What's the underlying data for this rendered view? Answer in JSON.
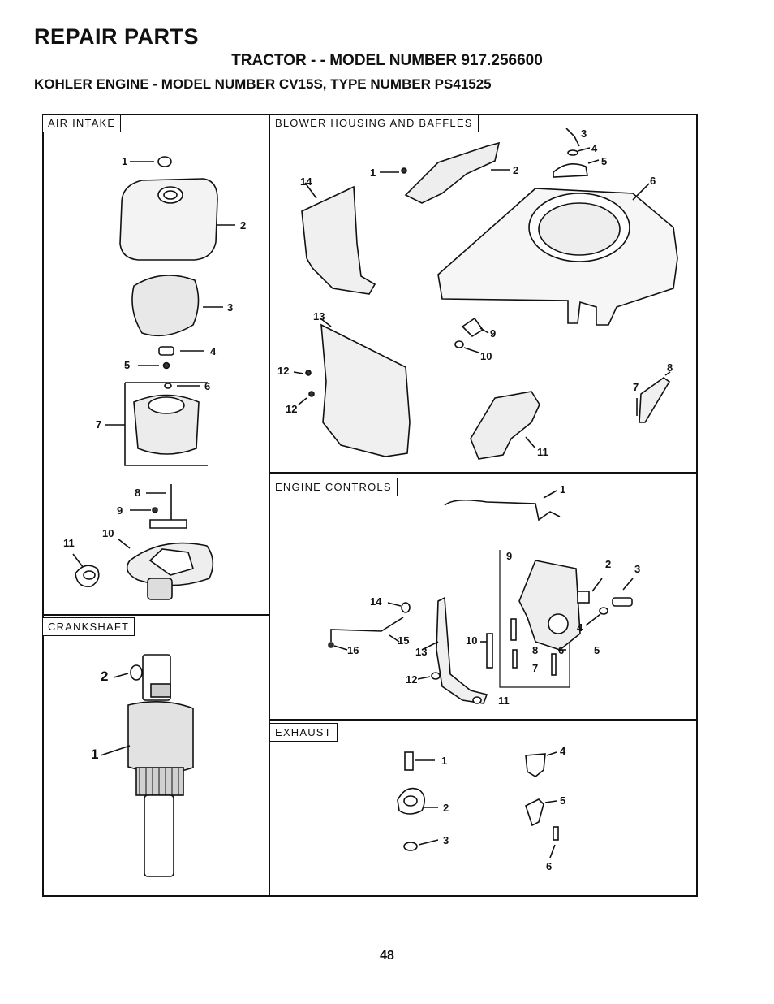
{
  "header": {
    "title": "REPAIR PARTS",
    "tractor_line": "TRACTOR - - MODEL NUMBER 917.256600",
    "engine_line": "KOHLER ENGINE - MODEL NUMBER CV15S, TYPE NUMBER PS41525"
  },
  "sections": {
    "air_intake": {
      "label": "AIR INTAKE",
      "callouts": [
        "1",
        "2",
        "3",
        "4",
        "5",
        "6",
        "7",
        "8",
        "9",
        "10",
        "11"
      ]
    },
    "blower": {
      "label": "BLOWER HOUSING AND BAFFLES",
      "callouts": [
        "1",
        "2",
        "3",
        "4",
        "5",
        "6",
        "7",
        "8",
        "9",
        "10",
        "11",
        "12",
        "12",
        "13",
        "14"
      ]
    },
    "engine_controls": {
      "label": "ENGINE CONTROLS",
      "callouts": [
        "1",
        "2",
        "3",
        "4",
        "5",
        "6",
        "7",
        "8",
        "9",
        "10",
        "11",
        "12",
        "13",
        "14",
        "15",
        "16"
      ]
    },
    "crankshaft": {
      "label": "CRANKSHAFT",
      "callouts": [
        "1",
        "2"
      ]
    },
    "exhaust": {
      "label": "EXHAUST",
      "callouts": [
        "1",
        "2",
        "3",
        "4",
        "5",
        "6"
      ]
    }
  },
  "page_number": "48"
}
